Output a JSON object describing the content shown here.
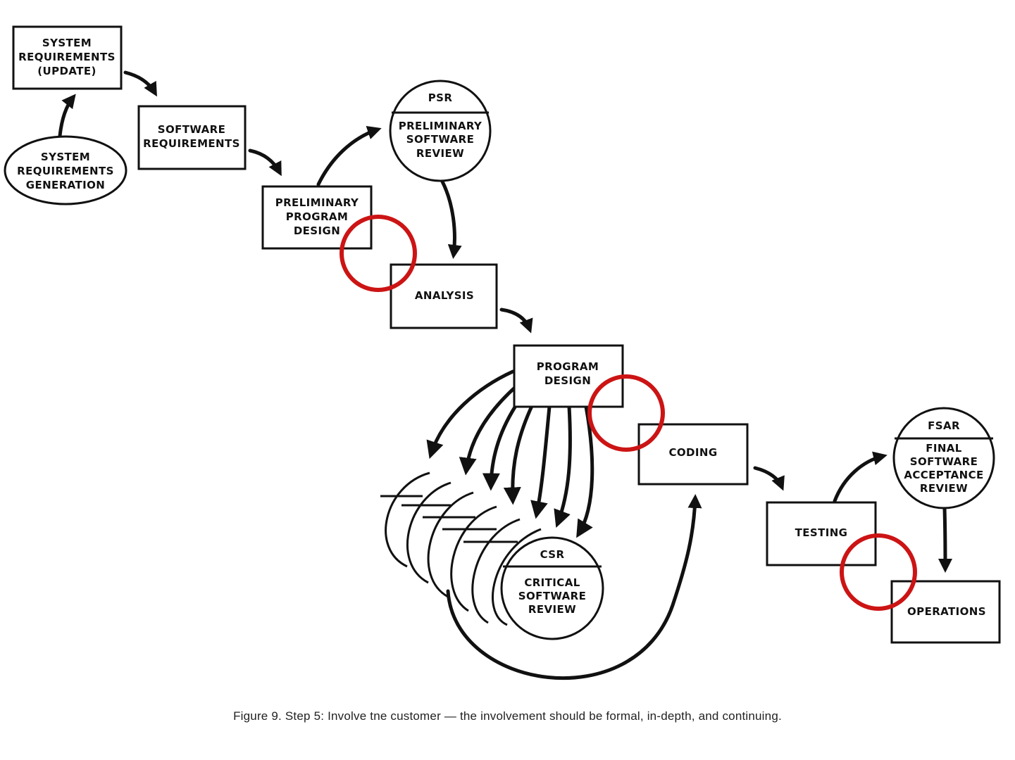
{
  "nodes": {
    "sys_req_update": [
      "SYSTEM",
      "REQUIREMENTS",
      "(UPDATE)"
    ],
    "sys_req_gen": [
      "SYSTEM",
      "REQUIREMENTS",
      "GENERATION"
    ],
    "software_req": [
      "SOFTWARE",
      "REQUIREMENTS"
    ],
    "prelim_design": [
      "PRELIMINARY",
      "PROGRAM",
      "DESIGN"
    ],
    "psr_abbr": "PSR",
    "psr": [
      "PRELIMINARY",
      "SOFTWARE",
      "REVIEW"
    ],
    "analysis": "ANALYSIS",
    "program_design": [
      "PROGRAM",
      "DESIGN"
    ],
    "csr_abbr": "CSR",
    "csr": [
      "CRITICAL",
      "SOFTWARE",
      "REVIEW"
    ],
    "coding": "CODING",
    "testing": "TESTING",
    "fsar_abbr": "FSAR",
    "fsar": [
      "FINAL",
      "SOFTWARE",
      "ACCEPTANCE",
      "REVIEW"
    ],
    "operations": "OPERATIONS"
  },
  "caption": "Figure 9.  Step 5:  Involve tne customer — the involvement should be formal, in-depth, and continuing.",
  "colors": {
    "ink": "#111111",
    "highlight": "#cc1414"
  }
}
